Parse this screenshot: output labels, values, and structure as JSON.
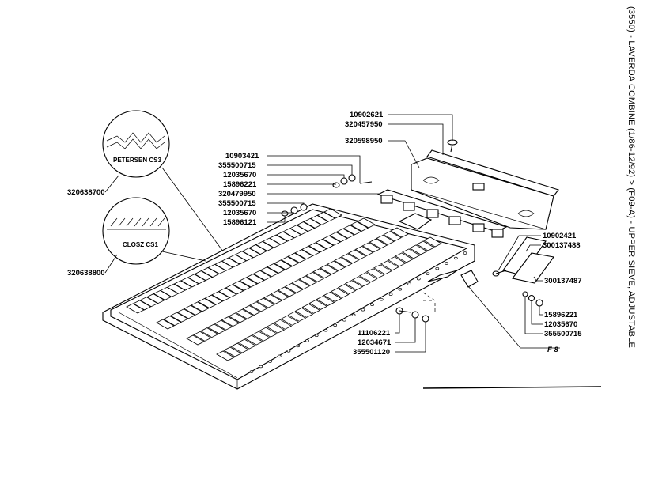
{
  "title": "(3550) - LAVERDA COMBINE (1/86-12/92) > (F09-A) - UPPER SIEVE, ADJUSTABLE",
  "details": [
    {
      "name": "PETERSEN CS3",
      "part": "320638700"
    },
    {
      "name": "CLOSZ CS1",
      "part": "320638800"
    }
  ],
  "parts_left": [
    "10903421",
    "355500715",
    "12035670",
    "15896221",
    "320479950",
    "355500715",
    "12035670",
    "15896121"
  ],
  "parts_top": [
    "10902621",
    "320457950",
    "320598950"
  ],
  "parts_right": [
    "10902421",
    "300137488",
    "300137487",
    "15896221",
    "12035670",
    "355500715"
  ],
  "parts_bottom": [
    "11106221",
    "12034671",
    "355501120"
  ],
  "figure_ref": "F 8"
}
